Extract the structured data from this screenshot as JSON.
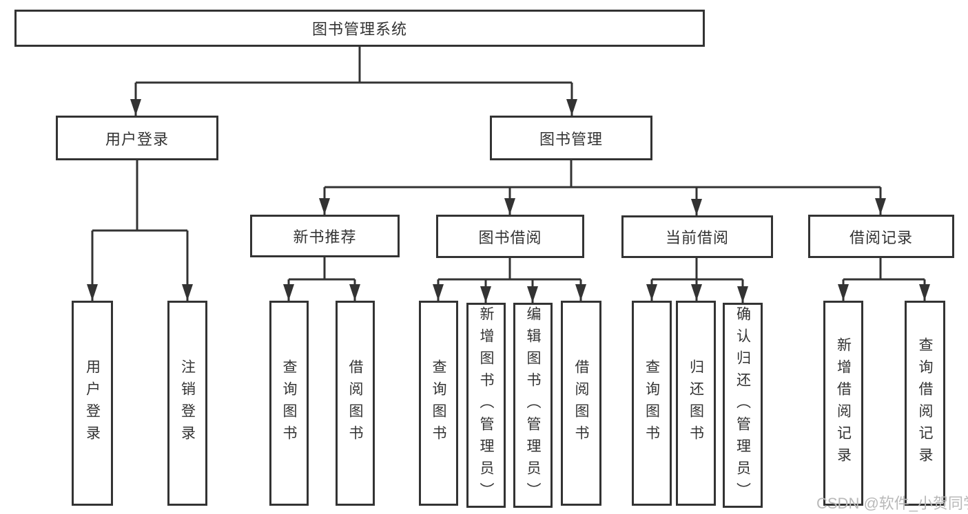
{
  "diagram": {
    "type": "functional-structure-tree",
    "colors": {
      "line": "#333333",
      "text": "#333333",
      "watermark": "#b9b9b9",
      "background": "#ffffff"
    },
    "nodes": {
      "root": {
        "label": "图书管理系统"
      },
      "user_login": {
        "label": "用户登录"
      },
      "book_mgmt": {
        "label": "图书管理"
      },
      "new_book_rec": {
        "label": "新书推荐"
      },
      "book_borrow": {
        "label": "图书借阅"
      },
      "current_borrow": {
        "label": "当前借阅"
      },
      "borrow_records": {
        "label": "借阅记录"
      },
      "leaf_user_login": {
        "label": "用户登录"
      },
      "leaf_logout": {
        "label": "注销登录"
      },
      "leaf_query_book_1": {
        "label": "查询图书"
      },
      "leaf_borrow_book_1": {
        "label": "借阅图书"
      },
      "leaf_query_book_2": {
        "label": "查询图书"
      },
      "leaf_add_book": {
        "label": "新增图书（管理员）"
      },
      "leaf_edit_book": {
        "label": "编辑图书（管理员）"
      },
      "leaf_borrow_book_2": {
        "label": "借阅图书"
      },
      "leaf_query_book_3": {
        "label": "查询图书"
      },
      "leaf_return_book": {
        "label": "归还图书"
      },
      "leaf_confirm_return": {
        "label": "确认归还（管理员）"
      },
      "leaf_add_record": {
        "label": "新增借阅记录"
      },
      "leaf_query_record": {
        "label": "查询借阅记录"
      }
    },
    "edges": [
      {
        "from": "root",
        "to": "user_login"
      },
      {
        "from": "root",
        "to": "book_mgmt"
      },
      {
        "from": "user_login",
        "to": "leaf_user_login"
      },
      {
        "from": "user_login",
        "to": "leaf_logout"
      },
      {
        "from": "book_mgmt",
        "to": "new_book_rec"
      },
      {
        "from": "book_mgmt",
        "to": "book_borrow"
      },
      {
        "from": "book_mgmt",
        "to": "current_borrow"
      },
      {
        "from": "book_mgmt",
        "to": "borrow_records"
      },
      {
        "from": "new_book_rec",
        "to": "leaf_query_book_1"
      },
      {
        "from": "new_book_rec",
        "to": "leaf_borrow_book_1"
      },
      {
        "from": "book_borrow",
        "to": "leaf_query_book_2"
      },
      {
        "from": "book_borrow",
        "to": "leaf_add_book"
      },
      {
        "from": "book_borrow",
        "to": "leaf_edit_book"
      },
      {
        "from": "book_borrow",
        "to": "leaf_borrow_book_2"
      },
      {
        "from": "current_borrow",
        "to": "leaf_query_book_3"
      },
      {
        "from": "current_borrow",
        "to": "leaf_return_book"
      },
      {
        "from": "current_borrow",
        "to": "leaf_confirm_return"
      },
      {
        "from": "borrow_records",
        "to": "leaf_add_record"
      },
      {
        "from": "borrow_records",
        "to": "leaf_query_record"
      }
    ],
    "watermark": "CSDN @软件_小贺同学"
  }
}
